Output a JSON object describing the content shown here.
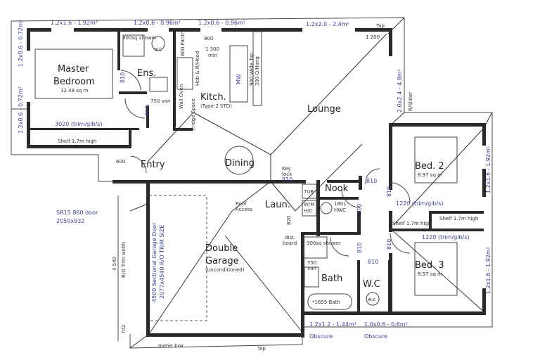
{
  "colors": {
    "walls": "#2a2a2a",
    "annotation_blue": "#3a3f8f",
    "background": "#ffffff"
  },
  "rooms": {
    "master": "Master",
    "master2": "Bedroom",
    "master_area": "12.48 sq m",
    "ensuite": "Ens.",
    "kitchen": "Kitch.",
    "kitchen_type": "(Type-2 STD)",
    "lounge": "Lounge",
    "dining": "Dining",
    "entry": "Entry",
    "nook": "Nook",
    "laundry": "Laun.",
    "bed2": "Bed. 2",
    "bed2_area": "8.97 sq m",
    "bed3": "Bed. 3",
    "bed3_area": "8.97 sq m",
    "garage1": "Double",
    "garage2": "Garage",
    "garage_note": "(unconditioned)",
    "bath": "Bath",
    "wc": "W.C"
  },
  "windows": {
    "w1": "1.2x1.6 - 1.92m²",
    "w2": "1.2x0.6 - 0.96m²",
    "w3": "1.2x0.6 - 0.96m²",
    "w4": "1.2x2.0 - 2.4m²",
    "w5": "1.2x0.6 - 0.72m²",
    "w6": "1.2x0.6 - 0.72m²",
    "w7": "2.0x2.4 - 4.8m²",
    "w8": "1.2x1.6 - 1.92m²",
    "w9": "1.2x1.6 - 1.92m²",
    "w10": "1.2x1.2 - 1.44m²",
    "w11": "1.0x0.6 - 0.6m²",
    "obscure1": "Obscure",
    "obscure2": "Obscure",
    "slider": "R/Slider"
  },
  "notes": {
    "wardrobe1": "3020 (trim/gib/s)",
    "shelf1": "Shelf 1.7m high",
    "shower1": "900sq shower",
    "wc_ens": "w.c",
    "van1": "750 van",
    "d810a": "810",
    "d810b": "810",
    "pantry": "800 Pantry",
    "hob": "Hob & R/Hood",
    "d900": "900",
    "d1300": "1 300",
    "min": "min",
    "mw": "MW",
    "wide_top": "900 Wide Top",
    "overhang": "300 O/Hang",
    "wall_oven": "Wall Oven",
    "fridge": "Fridge Space",
    "d600": "600",
    "tap1": "Tap",
    "d1200": "1 200",
    "keylock": "Key",
    "keylock2": "lock",
    "d810c": "810",
    "tub": "TUB",
    "wm": "W/M",
    "hwc_a": "H/C",
    "hwc_b": "180L",
    "hwc_c": "HWC",
    "roof_access": "Roof",
    "roof_access2": "Access",
    "d820": "820",
    "dist": "dist.",
    "board": "board",
    "d810d": "810",
    "d810e": "810",
    "d710": "710",
    "wardrobe2": "1220 (trim/gib/s)",
    "shelf2": "Shelf 1.7m high",
    "shelf3": "Shelf 1.7m high",
    "wardrobe3": "1220 (trim/gib/s)",
    "d810f": "810",
    "shower2": "900sq shower",
    "van2": "750",
    "van2b": "van",
    "d810g": "810",
    "d810h": "810",
    "bath_size": "*1655 Bath",
    "wc_toilet": "w.c",
    "door_sr": "SR15 860 door",
    "door_size": "2050x932",
    "garage_door": "4500 Sectional Garage Door",
    "garage_door2": "2077x4540 R/O TRIM SIZE",
    "trim": "R/O Trim width",
    "d4540": "4 540",
    "d702": "702",
    "meter": "meter box",
    "tap2": "Tap"
  }
}
